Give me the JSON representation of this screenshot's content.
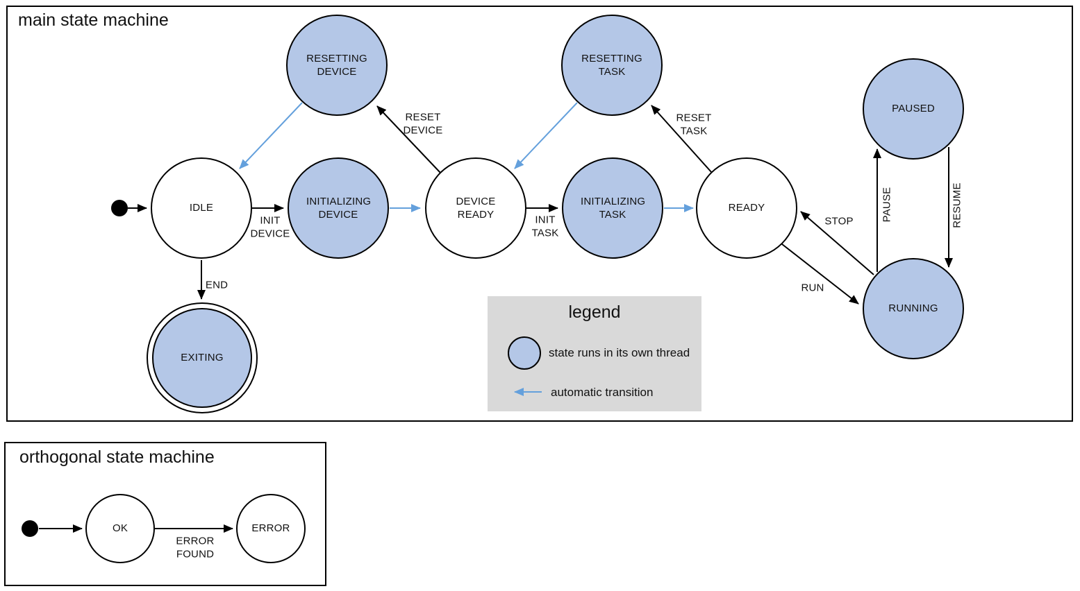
{
  "main_machine": {
    "title": "main state machine",
    "states": [
      {
        "id": "idle",
        "label": "IDLE",
        "threaded": false,
        "final": false
      },
      {
        "id": "initializing-device",
        "label": "INITIALIZING DEVICE",
        "threaded": true,
        "final": false
      },
      {
        "id": "device-ready",
        "label": "DEVICE READY",
        "threaded": false,
        "final": false
      },
      {
        "id": "initializing-task",
        "label": "INITIALIZING TASK",
        "threaded": true,
        "final": false
      },
      {
        "id": "ready",
        "label": "READY",
        "threaded": false,
        "final": false
      },
      {
        "id": "resetting-device",
        "label": "RESETTING DEVICE",
        "threaded": true,
        "final": false
      },
      {
        "id": "resetting-task",
        "label": "RESETTING TASK",
        "threaded": true,
        "final": false
      },
      {
        "id": "paused",
        "label": "PAUSED",
        "threaded": true,
        "final": false
      },
      {
        "id": "running",
        "label": "RUNNING",
        "threaded": true,
        "final": false
      },
      {
        "id": "exiting",
        "label": "EXITING",
        "threaded": true,
        "final": true
      }
    ],
    "transitions": [
      {
        "from": "idle",
        "to": "initializing-device",
        "label": "INIT DEVICE",
        "automatic": false
      },
      {
        "from": "initializing-device",
        "to": "device-ready",
        "label": "",
        "automatic": true
      },
      {
        "from": "device-ready",
        "to": "initializing-task",
        "label": "INIT TASK",
        "automatic": false
      },
      {
        "from": "initializing-task",
        "to": "ready",
        "label": "",
        "automatic": true
      },
      {
        "from": "device-ready",
        "to": "resetting-device",
        "label": "RESET DEVICE",
        "automatic": false
      },
      {
        "from": "resetting-device",
        "to": "idle",
        "label": "",
        "automatic": true
      },
      {
        "from": "ready",
        "to": "resetting-task",
        "label": "RESET TASK",
        "automatic": false
      },
      {
        "from": "resetting-task",
        "to": "device-ready",
        "label": "",
        "automatic": true
      },
      {
        "from": "running",
        "to": "ready",
        "label": "STOP",
        "automatic": false
      },
      {
        "from": "ready",
        "to": "running",
        "label": "RUN",
        "automatic": false
      },
      {
        "from": "running",
        "to": "paused",
        "label": "PAUSE",
        "automatic": false
      },
      {
        "from": "paused",
        "to": "running",
        "label": "RESUME",
        "automatic": false
      },
      {
        "from": "idle",
        "to": "exiting",
        "label": "END",
        "automatic": false
      }
    ]
  },
  "orthogonal_machine": {
    "title": "orthogonal state machine",
    "states": [
      {
        "id": "ok",
        "label": "OK",
        "threaded": false,
        "final": false
      },
      {
        "id": "error",
        "label": "ERROR",
        "threaded": false,
        "final": false
      }
    ],
    "transitions": [
      {
        "from": "ok",
        "to": "error",
        "label": "ERROR FOUND",
        "automatic": false
      }
    ]
  },
  "legend": {
    "title": "legend",
    "items": [
      {
        "symbol": "threaded-state-circle",
        "label": "state runs in its own thread"
      },
      {
        "symbol": "automatic-transition-arrow",
        "label": "automatic transition"
      }
    ]
  },
  "colors": {
    "threaded_state_fill": "#B4C7E7",
    "state_border": "#000000",
    "normal_transition": "#000000",
    "automatic_transition": "#64A0DC",
    "legend_background": "#D9D9D9"
  }
}
